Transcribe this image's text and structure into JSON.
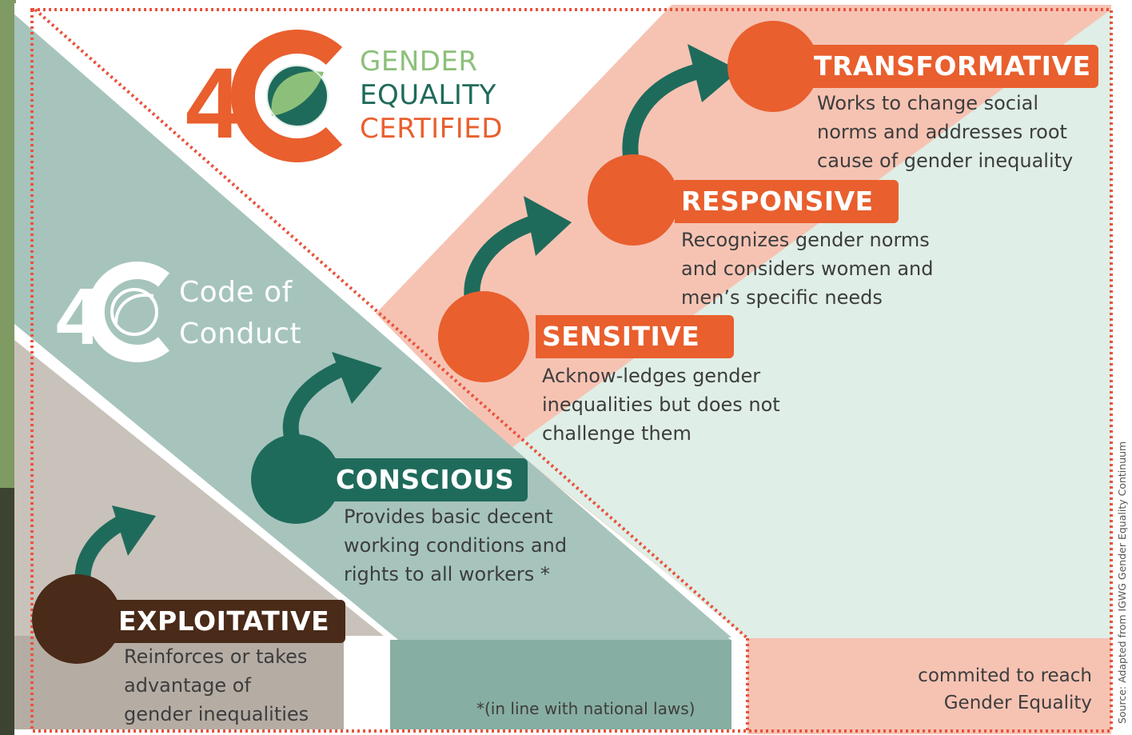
{
  "logo": {
    "line1": "GENDER",
    "line2": "EQUALITY",
    "line3": "CERTIFIED"
  },
  "code_of_conduct": {
    "line1": "Code of",
    "line2": "Conduct"
  },
  "levels": [
    {
      "label": "EXPLOITATIVE",
      "color": "#4a2a18",
      "description": [
        "Reinforces or takes",
        "advantage of",
        "gender inequalities"
      ]
    },
    {
      "label": "CONSCIOUS",
      "color": "#1f6b5b",
      "description": [
        "Provides basic decent",
        "working conditions and",
        "rights to all workers *"
      ]
    },
    {
      "label": "SENSITIVE",
      "color": "#e95f2e",
      "description": [
        "Acknow-ledges gender",
        "inequalities but does not",
        "challenge them"
      ]
    },
    {
      "label": "RESPONSIVE",
      "color": "#e95f2e",
      "description": [
        "Recognizes gender norms",
        "and considers women and",
        "men’s specific needs"
      ]
    },
    {
      "label": "TRANSFORMATIVE",
      "color": "#e95f2e",
      "description": [
        "Works to change social",
        "norms and addresses root",
        "cause of gender inequality"
      ]
    }
  ],
  "footnote": "*(in line with national laws)",
  "commitment": [
    "commited to reach",
    "Gender Equality"
  ],
  "source": "Source: Adapted from IGWG Gender Equality Continuum",
  "colors": {
    "orange": "#e95f2e",
    "dark_teal": "#1f6b5b",
    "brown": "#4a2a18",
    "pink": "#f6c3b3",
    "mint": "#dfeee6",
    "teal_band": "#a4c3bb",
    "light_green": "#8cc07a"
  }
}
